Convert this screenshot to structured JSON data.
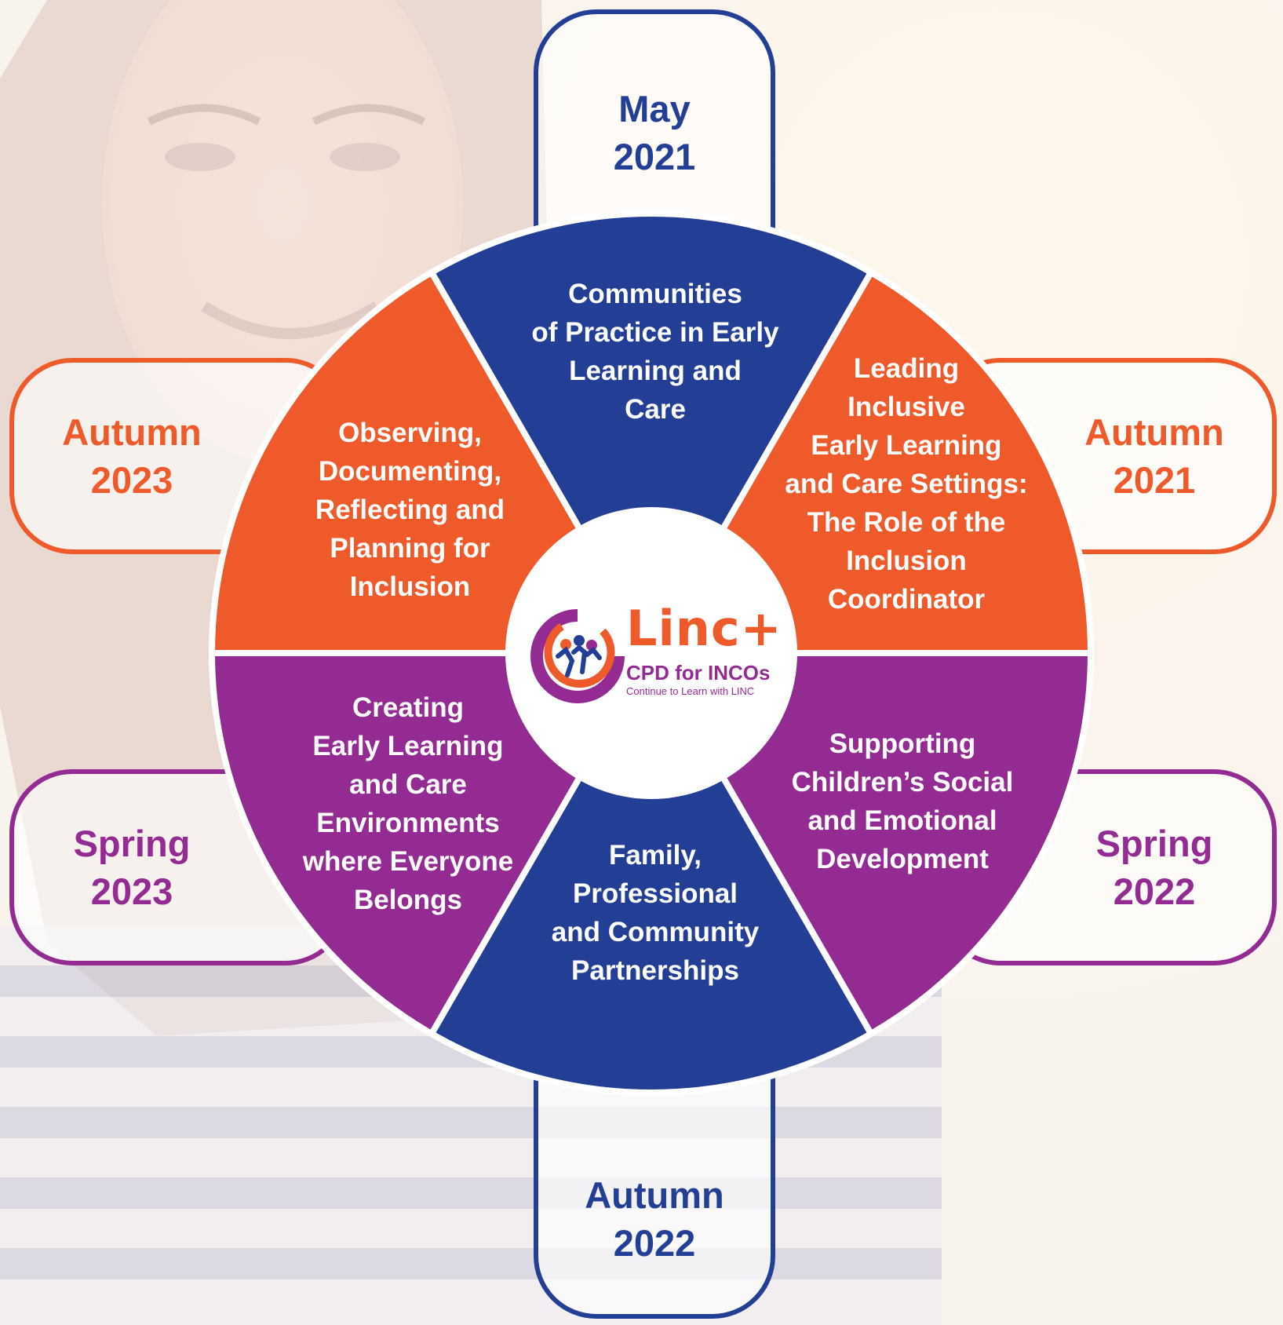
{
  "colors": {
    "blue": "#233f95",
    "orange": "#ee5a29",
    "purple": "#932b93",
    "white": "#ffffff"
  },
  "dates": {
    "top": {
      "line1": "May",
      "line2": "2021",
      "color": "blue"
    },
    "top_right": {
      "line1": "Autumn",
      "line2": "2021",
      "color": "orange"
    },
    "bottom_right": {
      "line1": "Spring",
      "line2": "2022",
      "color": "purple"
    },
    "bottom": {
      "line1": "Autumn",
      "line2": "2022",
      "color": "blue"
    },
    "bottom_left": {
      "line1": "Spring",
      "line2": "2023",
      "color": "purple"
    },
    "top_left": {
      "line1": "Autumn",
      "line2": "2023",
      "color": "orange"
    }
  },
  "modules": {
    "top": "Communities\nof Practice in Early\nLearning and\nCare",
    "top_right": "Leading\nInclusive\nEarly Learning\nand Care Settings:\nThe Role of the\nInclusion\nCoordinator",
    "bottom_right": "Supporting\nChildren’s Social\nand Emotional\nDevelopment",
    "bottom": "Family,\nProfessional\nand Community\nPartnerships",
    "bottom_left": "Creating\nEarly Learning\nand Care\nEnvironments\nwhere Everyone\nBelongs",
    "top_left": "Observing,\nDocumenting,\nReflecting and\nPlanning for\nInclusion"
  },
  "logo": {
    "wordmark": "Linc+",
    "subtitle": "CPD for INCOs",
    "tagline": "Continue to Learn with LINC"
  },
  "icons": {
    "background": "photo-of-smiling-woman",
    "logo_mark": "linc-swirl-people-icon"
  }
}
